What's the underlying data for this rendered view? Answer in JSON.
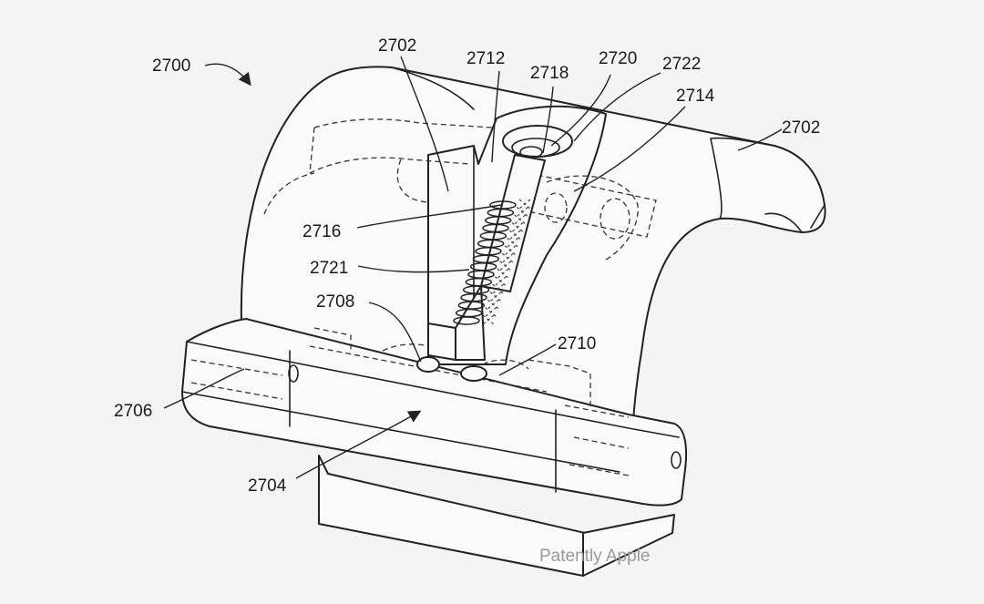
{
  "figure": {
    "labels": {
      "ref_2700": "2700",
      "ref_2702_left": "2702",
      "ref_2702_right": "2702",
      "ref_2712": "2712",
      "ref_2718": "2718",
      "ref_2720": "2720",
      "ref_2722": "2722",
      "ref_2714": "2714",
      "ref_2716": "2716",
      "ref_2721": "2721",
      "ref_2708": "2708",
      "ref_2710": "2710",
      "ref_2706": "2706",
      "ref_2704": "2704"
    },
    "watermark": "Patently Apple"
  }
}
